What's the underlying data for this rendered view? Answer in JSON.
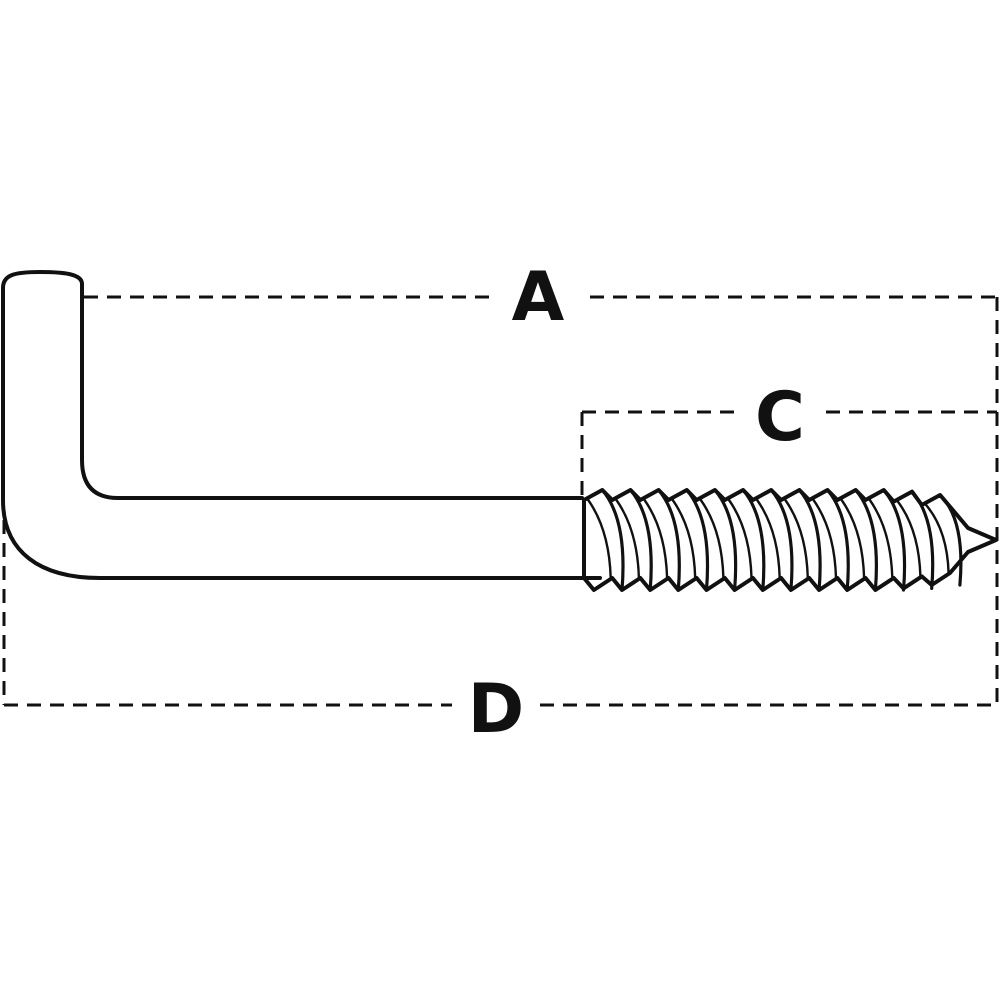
{
  "dimensions": {
    "a_label": "A",
    "c_label": "C",
    "d_label": "D"
  },
  "colors": {
    "line": "#111111",
    "background": "#ffffff"
  },
  "thread": {
    "turns": 13
  }
}
